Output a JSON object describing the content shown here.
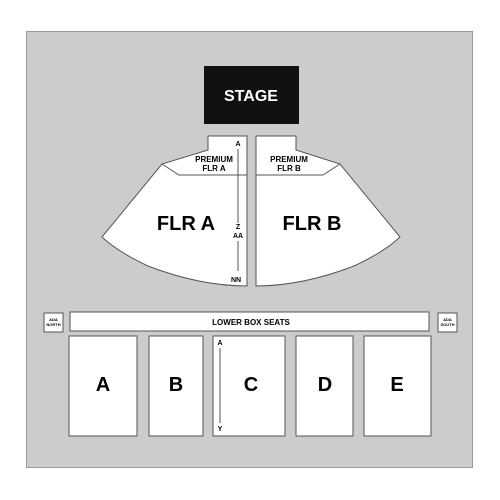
{
  "stage": {
    "label": "STAGE"
  },
  "floor": {
    "left": {
      "premium_line1": "PREMIUM",
      "premium_line2": "FLR A",
      "main": "FLR A"
    },
    "right": {
      "premium_line1": "PREMIUM",
      "premium_line2": "FLR B",
      "main": "FLR B"
    },
    "row_markers": [
      "A",
      "Z",
      "AA",
      "NN"
    ]
  },
  "lower_box": {
    "label": "LOWER BOX SEATS"
  },
  "ada": {
    "north": {
      "line1": "ADA",
      "line2": "NORTH"
    },
    "south": {
      "line1": "ADA",
      "line2": "SOUTH"
    }
  },
  "sections": [
    "A",
    "B",
    "C",
    "D",
    "E"
  ],
  "section_c_rows": {
    "first": "A",
    "last": "Y"
  },
  "colors": {
    "background": "#cccccc",
    "stage": "#111111",
    "section": "#ffffff",
    "outline": "#555555"
  }
}
